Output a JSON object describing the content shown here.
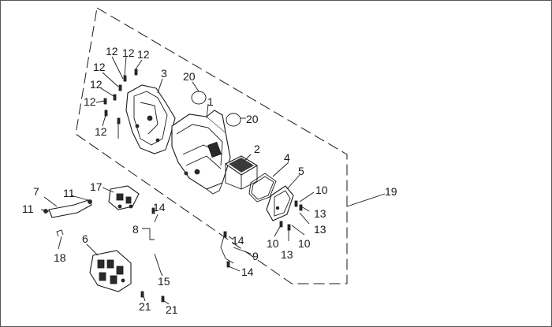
{
  "callouts": {
    "c1": "1",
    "c2": "2",
    "c3": "3",
    "c4": "4",
    "c5": "5",
    "c6": "6",
    "c7": "7",
    "c8": "8",
    "c9": "9",
    "c10a": "10",
    "c10b": "10",
    "c10c": "10",
    "c11a": "11",
    "c11b": "11",
    "c12a": "12",
    "c12b": "12",
    "c12c": "12",
    "c12d": "12",
    "c12e": "12",
    "c12f": "12",
    "c12g": "12",
    "c13a": "13",
    "c13b": "13",
    "c13c": "13",
    "c14a": "14",
    "c14b": "14",
    "c14c": "14",
    "c15": "15",
    "c17": "17",
    "c18": "18",
    "c19": "19",
    "c20a": "20",
    "c20b": "20",
    "c21a": "21",
    "c21b": "21"
  },
  "colors": {
    "ink": "#1a1a1a",
    "frame": "#555555",
    "background": "#ffffff"
  }
}
